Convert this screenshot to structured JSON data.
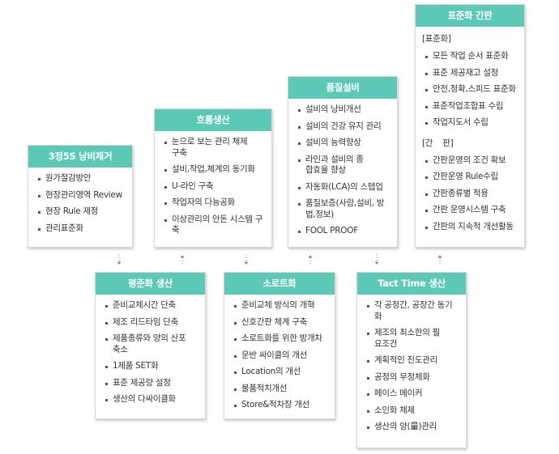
{
  "top_cards": [
    {
      "title": "3정5S 낭비제거",
      "items": [
        "원가절감방안",
        "현장관리영역 Review",
        "현장 Rule 제정",
        "관리표준화"
      ]
    },
    {
      "title": "흐름생산",
      "items": [
        "눈으로 보는 관리 체제구축",
        "설비,작업,체계의 동기화",
        "U-라인 구축",
        "작업자의 다능공화",
        "이상관리의 안돈 시스템 구축"
      ]
    },
    {
      "title": "품질설비",
      "items": [
        "설비의 낭비개선",
        "설비의 건강 유지 관리",
        "설비의 능력향상",
        "라인과 설비의 종합효율 향상",
        "자동화(LCA)의 스텝업",
        "품질보증(사람,설비, 방법,정보)",
        "FOOL PROOF"
      ]
    },
    {
      "title": "표준화 간판",
      "sections": [
        {
          "label": "[표준화]",
          "items": [
            "모든 작업 순서 표준화",
            "표준 제공재고 설정",
            "안전,정확,스피드 표준화",
            "표준작업조합표 수립",
            "작업지도서 수립"
          ]
        },
        {
          "label": "[간    판]",
          "items": [
            "간판운영의 조건 확보",
            "간판운영 Rule수립",
            "간판종류별 적용",
            "간판 운영시스템 구축",
            "간판의 지속적 개선활동"
          ]
        }
      ]
    }
  ],
  "bottom_cards": [
    {
      "title": "평준화 생산",
      "items": [
        "준비교체시간 단축",
        "제조 리드타임 단축",
        "제품종류와 양의 산포 축소",
        "1제품 SET화",
        "표준 제공량 설정",
        "생산의 다싸이클화"
      ]
    },
    {
      "title": "소로트화",
      "items": [
        "준비교체 방식의 개혁",
        "신호간판 체계 구축",
        "소로트화를 위한 방개차",
        "운반 싸이클의 개선",
        "Location의 개선",
        "물품적치개선",
        "Store&적차장 개선"
      ]
    },
    {
      "title": "Tact Time 생산",
      "items": [
        "각 공정간, 공장간 동기화",
        "제조의 최소한의 필요조건",
        "계획적인 진도관리",
        "공정의 무정체화",
        "페이스 메이커",
        "소인화 체제",
        "생산의 양(量)관리"
      ]
    }
  ],
  "colors": {
    "header": "#5cc9b6",
    "border": "#d8d8d8",
    "text": "#333333",
    "connector": "#999999"
  }
}
